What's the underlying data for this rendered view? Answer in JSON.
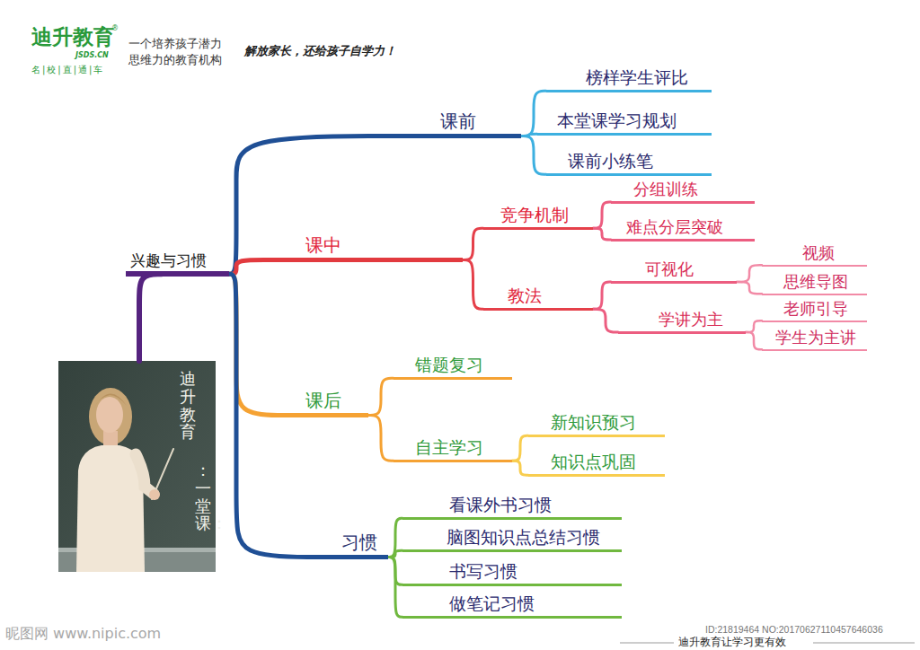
{
  "diagram": {
    "nodes": [
      {
        "text": [
          "迪升教育",
          "：一堂课："
        ]
      },
      {
        "text": [
          "兴趣与习惯"
        ]
      },
      {
        "text": [
          "课前"
        ]
      },
      {
        "text": [
          "榜样学生评比"
        ]
      },
      {
        "text": [
          "本堂课学习规划"
        ]
      },
      {
        "text": [
          "课前小练笔"
        ]
      },
      {
        "text": [
          "课中"
        ]
      },
      {
        "text": [
          "竞争机制"
        ]
      },
      {
        "text": [
          "分组训练"
        ]
      },
      {
        "text": [
          "难点分层突破"
        ]
      },
      {
        "text": [
          "教法"
        ]
      },
      {
        "text": [
          "可视化"
        ]
      },
      {
        "text": [
          "视频"
        ]
      },
      {
        "text": [
          "思维导图"
        ]
      },
      {
        "text": [
          "学讲为主"
        ]
      },
      {
        "text": [
          "老师引导"
        ]
      },
      {
        "text": [
          "学生为主讲"
        ]
      },
      {
        "text": [
          "课后"
        ]
      },
      {
        "text": [
          "错题复习"
        ]
      },
      {
        "text": [
          "自主学习"
        ]
      },
      {
        "text": [
          "新知识预习"
        ]
      },
      {
        "text": [
          "知识点巩固"
        ]
      },
      {
        "text": [
          "习惯"
        ]
      },
      {
        "text": [
          "看课外书习惯"
        ]
      },
      {
        "text": [
          "脑图知识点总结习惯"
        ]
      },
      {
        "text": [
          "书写习惯"
        ]
      },
      {
        "text": [
          "做笔记习惯"
        ]
      }
    ],
    "edges": [
      {
        "from": 0,
        "to": 1,
        "arrow": "none"
      },
      {
        "from": 1,
        "to": 2,
        "arrow": "none"
      },
      {
        "from": 1,
        "to": 6,
        "arrow": "none"
      },
      {
        "from": 1,
        "to": 17,
        "arrow": "none"
      },
      {
        "from": 1,
        "to": 22,
        "arrow": "none"
      },
      {
        "from": 2,
        "to": 3,
        "arrow": "none"
      },
      {
        "from": 2,
        "to": 4,
        "arrow": "none"
      },
      {
        "from": 2,
        "to": 5,
        "arrow": "none"
      },
      {
        "from": 6,
        "to": 7,
        "arrow": "none"
      },
      {
        "from": 6,
        "to": 10,
        "arrow": "none"
      },
      {
        "from": 7,
        "to": 8,
        "arrow": "none"
      },
      {
        "from": 7,
        "to": 9,
        "arrow": "none"
      },
      {
        "from": 10,
        "to": 11,
        "arrow": "none"
      },
      {
        "from": 10,
        "to": 14,
        "arrow": "none"
      },
      {
        "from": 11,
        "to": 12,
        "arrow": "none"
      },
      {
        "from": 11,
        "to": 13,
        "arrow": "none"
      },
      {
        "from": 14,
        "to": 15,
        "arrow": "none"
      },
      {
        "from": 14,
        "to": 16,
        "arrow": "none"
      },
      {
        "from": 17,
        "to": 18,
        "arrow": "none"
      },
      {
        "from": 17,
        "to": 19,
        "arrow": "none"
      },
      {
        "from": 19,
        "to": 20,
        "arrow": "none"
      },
      {
        "from": 19,
        "to": 21,
        "arrow": "none"
      },
      {
        "from": 22,
        "to": 23,
        "arrow": "none"
      },
      {
        "from": 22,
        "to": 24,
        "arrow": "none"
      },
      {
        "from": 22,
        "to": 25,
        "arrow": "none"
      },
      {
        "from": 22,
        "to": 26,
        "arrow": "none"
      }
    ],
    "labels": [
      "迪升教育",
      "®",
      "JSDS.CN",
      "名|校|直|通|车",
      "一个培养孩子潜力 思维力的教育机构",
      "解放家长，还给孩子自学力！",
      "昵图网 www.nipic.com",
      "ID:21819464 NO:20170627110457646036",
      "迪升教育让学习更有效"
    ]
  }
}
